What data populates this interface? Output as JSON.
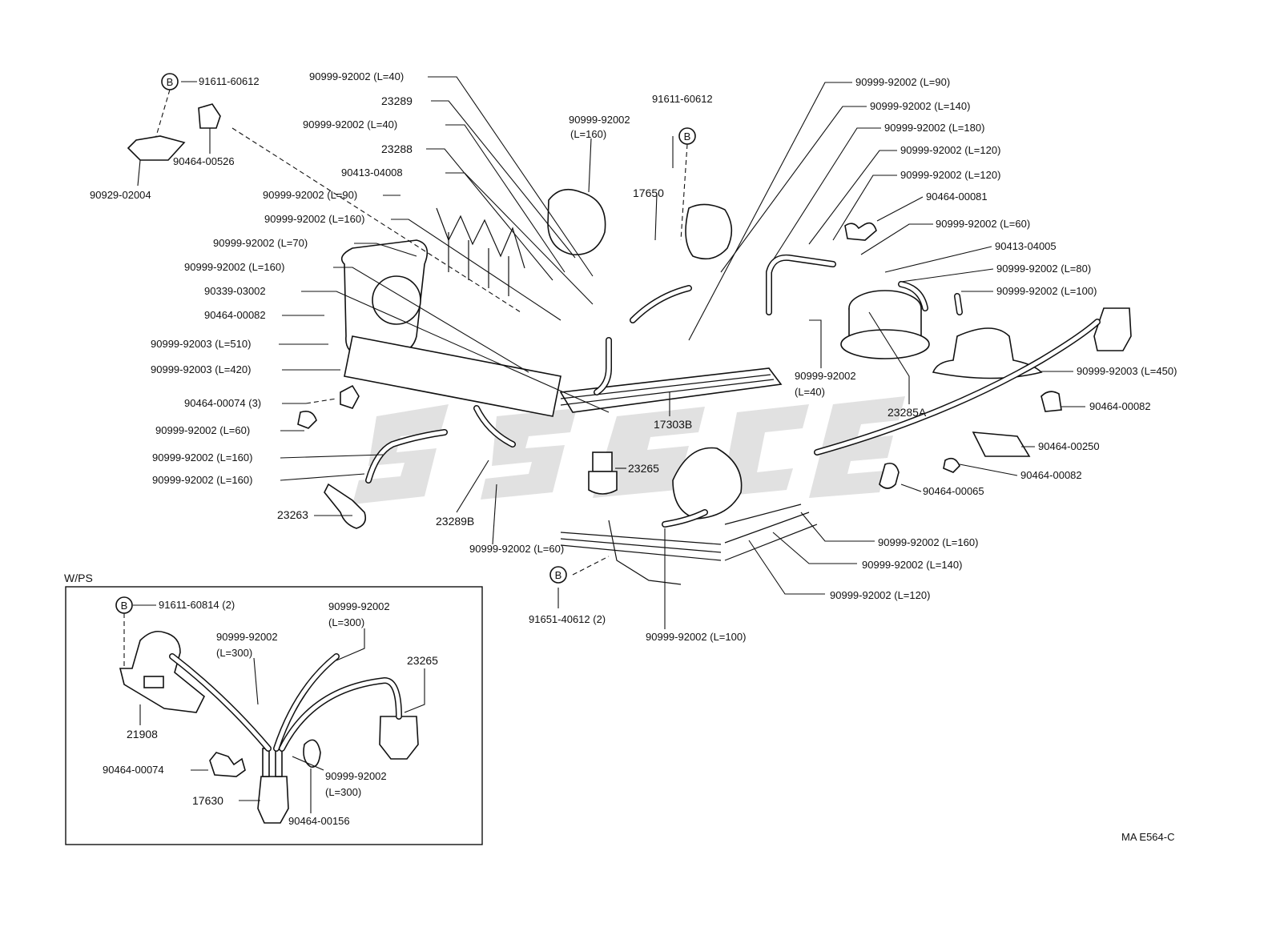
{
  "labels": {
    "n_91611_60612_a": "91611-60612",
    "n_90464_00526": "90464-00526",
    "n_90929_02004": "90929-02004",
    "n_hose_L40_a": "90999-92002 (L=40)",
    "n_23289": "23289",
    "n_hose_L40_b": "90999-92002 (L=40)",
    "n_23288": "23288",
    "n_90413_04008": "90413-04008",
    "n_hose_L90_a": "90999-92002 (L=90)",
    "n_hose_L160_a": "90999-92002 (L=160)",
    "n_hose_L70": "90999-92002 (L=70)",
    "n_hose_L160_b": "90999-92002 (L=160)",
    "n_90339_03002": "90339-03002",
    "n_90464_00082_a": "90464-00082",
    "n_hose3_L510": "90999-92003 (L=510)",
    "n_hose3_L420": "90999-92003 (L=420)",
    "n_90464_00074_3": "90464-00074 (3)",
    "n_hose_L60_a": "90999-92002 (L=60)",
    "n_hose_L160_c": "90999-92002 (L=160)",
    "n_hose_L160_d": "90999-92002 (L=160)",
    "n_23263": "23263",
    "n_23289B": "23289B",
    "n_hose_L60_b": "90999-92002 (L=60)",
    "n_91651_40612": "91651-40612 (2)",
    "n_hose_L100_a": "90999-92002 (L=100)",
    "n_hose_L120_c": "90999-92002 (L=120)",
    "n_hose_L140_b": "90999-92002 (L=140)",
    "n_hose_L160_e": "90999-92002 (L=160)",
    "n_23265_a": "23265",
    "n_17303B": "17303B",
    "n_hose_L40_c_1": "90999-92002",
    "n_hose_L40_c_2": "(L=40)",
    "n_23285A": "23285A",
    "n_90464_00065": "90464-00065",
    "n_90464_00082_c": "90464-00082",
    "n_90464_00250": "90464-00250",
    "n_90464_00082_b": "90464-00082",
    "n_hose3_L450": "90999-92003 (L=450)",
    "n_hose_L100_b": "90999-92002 (L=100)",
    "n_hose_L80": "90999-92002 (L=80)",
    "n_90413_04005": "90413-04005",
    "n_hose_L60_c": "90999-92002 (L=60)",
    "n_90464_00081": "90464-00081",
    "n_hose_L120_b": "90999-92002 (L=120)",
    "n_hose_L120_a": "90999-92002 (L=120)",
    "n_hose_L180": "90999-92002 (L=180)",
    "n_hose_L140_a": "90999-92002 (L=140)",
    "n_hose_L90_b": "90999-92002 (L=90)",
    "n_91611_60612_b": "91611-60612",
    "n_hose_L160_top_1": "90999-92002",
    "n_hose_L160_top_2": "(L=160)",
    "n_17650": "17650",
    "b_marker": "B",
    "wps_title": "W/PS",
    "n_91611_60814": "91611-60814 (2)",
    "n_wps_hose_a_1": "90999-92002",
    "n_wps_hose_a_2": "(L=300)",
    "n_wps_hose_b_1": "90999-92002",
    "n_wps_hose_b_2": "(L=300)",
    "n_wps_23265": "23265",
    "n_21908": "21908",
    "n_90464_00074": "90464-00074",
    "n_17630": "17630",
    "n_90464_00156": "90464-00156",
    "n_wps_hose_c_1": "90999-92002",
    "n_wps_hose_c_2": "(L=300)",
    "diagram_code": "MA E564-C"
  }
}
